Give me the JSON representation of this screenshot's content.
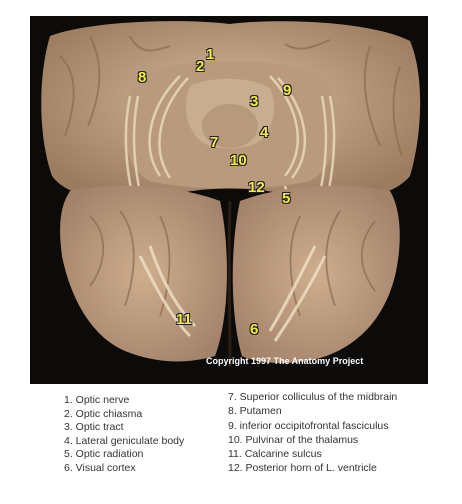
{
  "labels": [
    "1",
    "2",
    "3",
    "4",
    "5",
    "6",
    "7",
    "8",
    "9",
    "10",
    "11",
    "12"
  ],
  "copyright": "Copyright 1997 The Anatomy Project",
  "legend_left": [
    "1. Optic nerve",
    "2. Optic chiasma",
    "3. Optic tract",
    "4. Lateral geniculate body",
    "5. Optic radiation",
    "6. Visual cortex"
  ],
  "legend_right": [
    "7. Superior colliculus of the midbrain",
    "8. Putamen",
    "9.  inferior occipitofrontal fasciculus",
    "10. Pulvinar of the thalamus",
    "11. Calcarine sulcus",
    "12. Posterior horn of L. ventricle"
  ],
  "colors": {
    "background_photo": "#0d0b09",
    "tissue": "#c8a98a",
    "label_yellow": "#f2ea45",
    "fiber": "#e6d6b8"
  }
}
